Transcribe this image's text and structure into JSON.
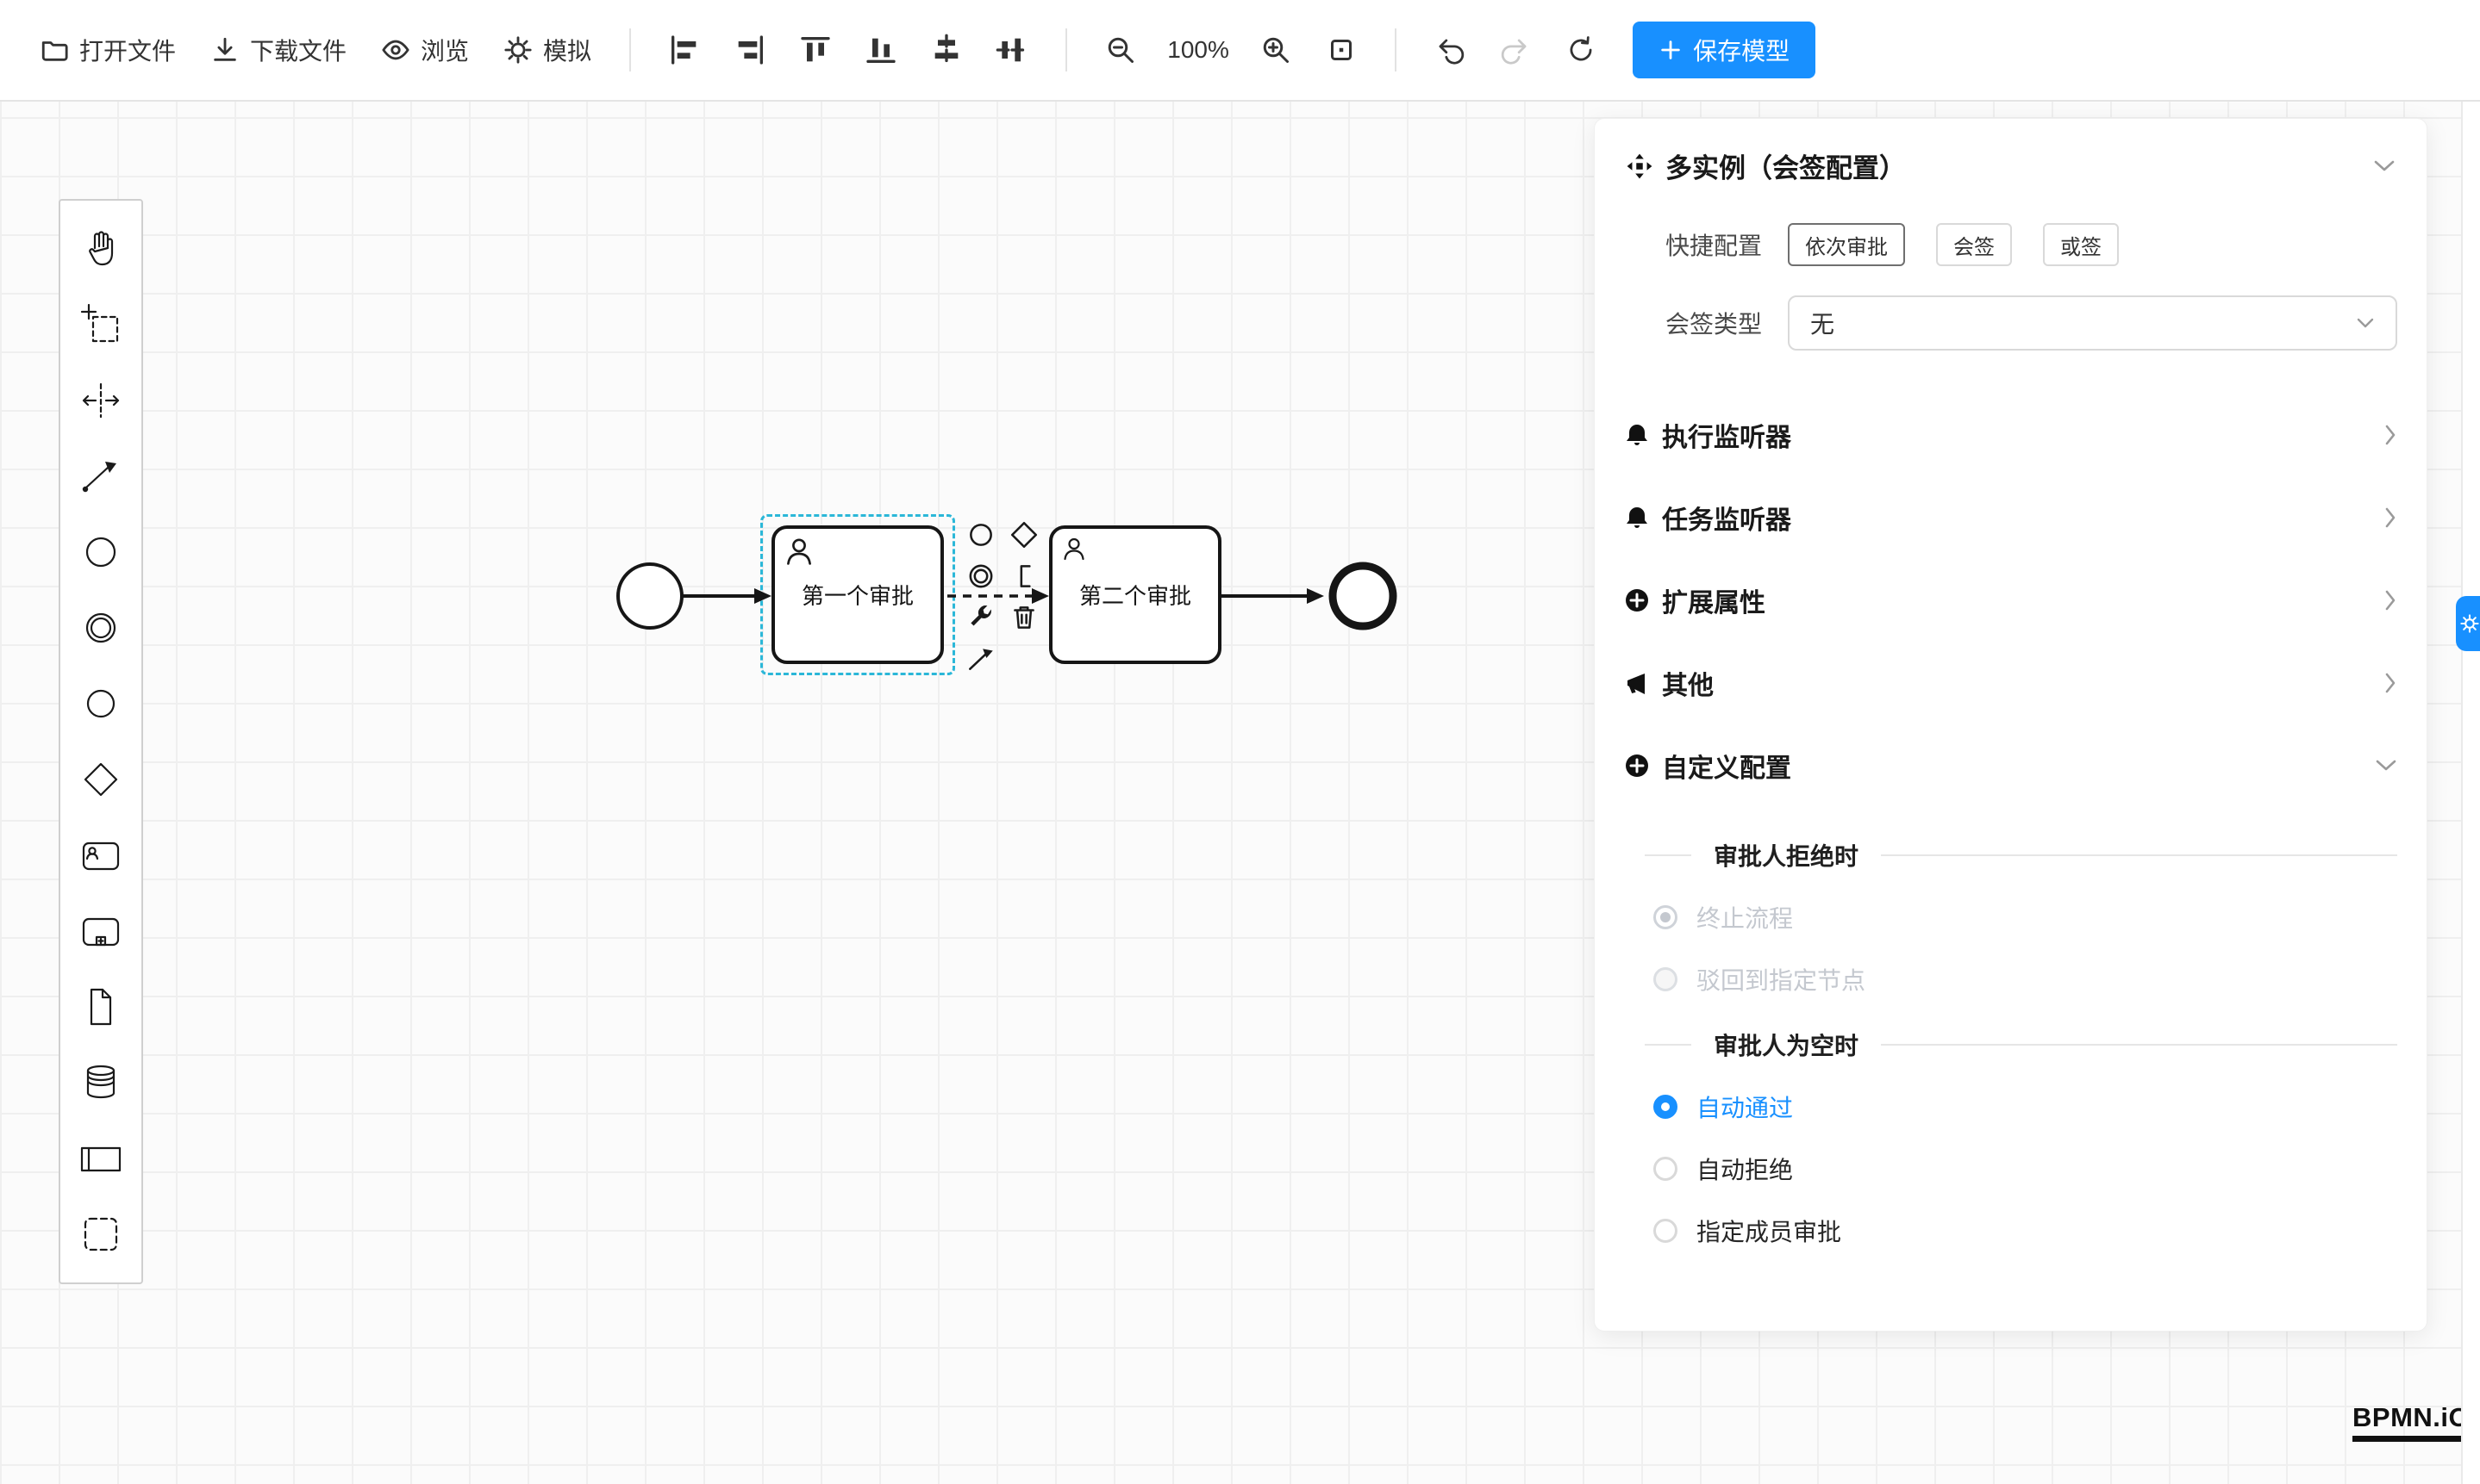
{
  "toolbar": {
    "open_file": "打开文件",
    "download_file": "下载文件",
    "preview": "浏览",
    "simulate": "模拟",
    "zoom_value": "100%",
    "save_model": "保存模型"
  },
  "palette_tools": [
    "hand-tool",
    "lasso-tool",
    "space-tool",
    "global-connect-tool",
    "start-event",
    "intermediate-event",
    "end-event",
    "gateway",
    "user-task",
    "subprocess",
    "data-object",
    "data-store",
    "participant",
    "group"
  ],
  "canvas": {
    "task1_label": "第一个审批",
    "task2_label": "第二个审批"
  },
  "panel": {
    "title": "多实例（会签配置）",
    "quick_config_label": "快捷配置",
    "quick_options": [
      {
        "label": "依次审批",
        "selected": true
      },
      {
        "label": "会签",
        "selected": false
      },
      {
        "label": "或签",
        "selected": false
      }
    ],
    "sign_type_label": "会签类型",
    "sign_type_value": "无",
    "sections": [
      {
        "label": "执行监听器",
        "icon": "bell-icon",
        "expanded": false
      },
      {
        "label": "任务监听器",
        "icon": "bell-icon",
        "expanded": false
      },
      {
        "label": "扩展属性",
        "icon": "plus-circle-icon",
        "expanded": false
      },
      {
        "label": "其他",
        "icon": "megaphone-icon",
        "expanded": false
      },
      {
        "label": "自定义配置",
        "icon": "plus-circle-icon",
        "expanded": true
      }
    ],
    "reject_title": "审批人拒绝时",
    "reject_options": [
      {
        "label": "终止流程",
        "checked": true,
        "disabled": true
      },
      {
        "label": "驳回到指定节点",
        "checked": false,
        "disabled": true
      }
    ],
    "empty_title": "审批人为空时",
    "empty_options": [
      {
        "label": "自动通过",
        "checked": true
      },
      {
        "label": "自动拒绝",
        "checked": false
      },
      {
        "label": "指定成员审批",
        "checked": false
      }
    ]
  },
  "logo": "BPMN.iO",
  "colors": {
    "accent": "#1890ff",
    "selection": "#2bb7d8"
  }
}
